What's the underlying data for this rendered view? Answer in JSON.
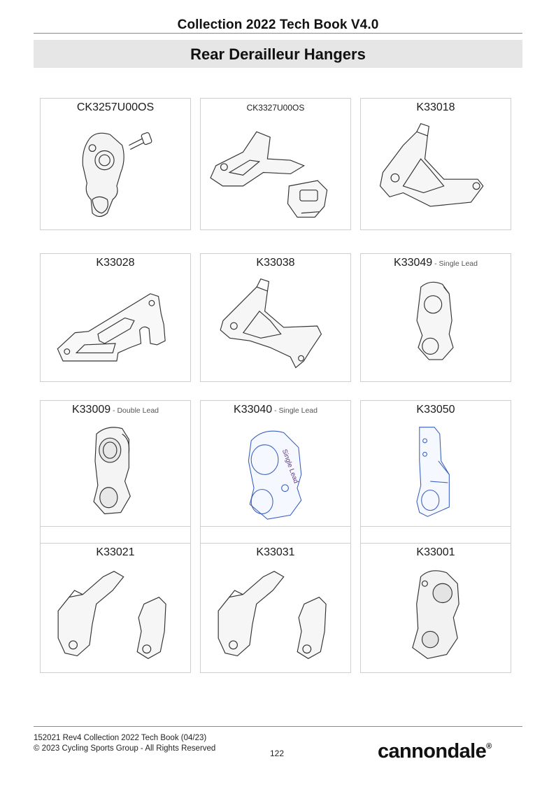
{
  "header": {
    "doc_title": "Collection 2022 Tech Book V4.0",
    "section_title": "Rear Derailleur Hangers"
  },
  "parts": [
    {
      "code": "CK3257U00OS",
      "note": "",
      "style": "normal",
      "color": "#333333"
    },
    {
      "code": "CK3327U00OS",
      "note": "",
      "style": "small",
      "color": "#333333"
    },
    {
      "code": "K33018",
      "note": "",
      "style": "normal",
      "color": "#333333"
    },
    {
      "code": "K33028",
      "note": "",
      "style": "normal",
      "color": "#333333"
    },
    {
      "code": "K33038",
      "note": "",
      "style": "normal",
      "color": "#333333"
    },
    {
      "code": "K33049",
      "note": " - Single Lead",
      "style": "normal",
      "color": "#333333"
    },
    {
      "code": "K33009",
      "note": " - Double Lead",
      "style": "normal",
      "color": "#333333"
    },
    {
      "code": "K33040",
      "note": " - Single Lead",
      "style": "normal",
      "color": "#3a5fbf"
    },
    {
      "code": "K33050",
      "note": "",
      "style": "normal",
      "color": "#3a5fbf"
    },
    {
      "code": "K33021",
      "note": "",
      "style": "normal",
      "color": "#333333"
    },
    {
      "code": "K33031",
      "note": "",
      "style": "normal",
      "color": "#333333"
    },
    {
      "code": "K33001",
      "note": "",
      "style": "normal",
      "color": "#333333"
    }
  ],
  "drawing_marking": {
    "part_K33040_text": "Single Lead"
  },
  "footer": {
    "line1": "152021 Rev4 Collection 2022 Tech Book (04/23)",
    "line2": "© 2023 Cycling Sports Group - All Rights Reserved",
    "page_number": "122",
    "brand": "cannondale",
    "brand_mark": "®"
  }
}
